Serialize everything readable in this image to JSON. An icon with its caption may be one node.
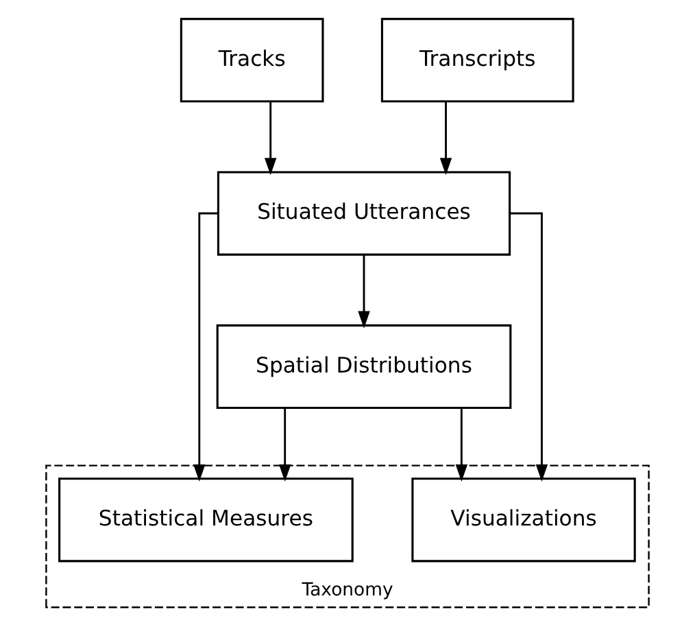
{
  "diagram": {
    "nodes": [
      {
        "text": [
          "Tracks"
        ]
      },
      {
        "text": [
          "Transcripts"
        ]
      },
      {
        "text": [
          "Situated Utterances"
        ]
      },
      {
        "text": [
          "Spatial Distributions"
        ]
      },
      {
        "text": [
          "Taxonomy"
        ]
      },
      {
        "text": [
          "Statistical Measures"
        ],
        "in": 4
      },
      {
        "text": [
          "Visualizations"
        ],
        "in": 4
      }
    ],
    "edges": [
      {
        "from": 0,
        "to": 2,
        "arrow": "to"
      },
      {
        "from": 1,
        "to": 2,
        "arrow": "to"
      },
      {
        "from": 2,
        "to": 3,
        "arrow": "to"
      },
      {
        "from": 2,
        "to": 5,
        "arrow": "to"
      },
      {
        "from": 2,
        "to": 6,
        "arrow": "to"
      },
      {
        "from": 3,
        "to": 5,
        "arrow": "to"
      },
      {
        "from": 3,
        "to": 6,
        "arrow": "to"
      }
    ]
  }
}
